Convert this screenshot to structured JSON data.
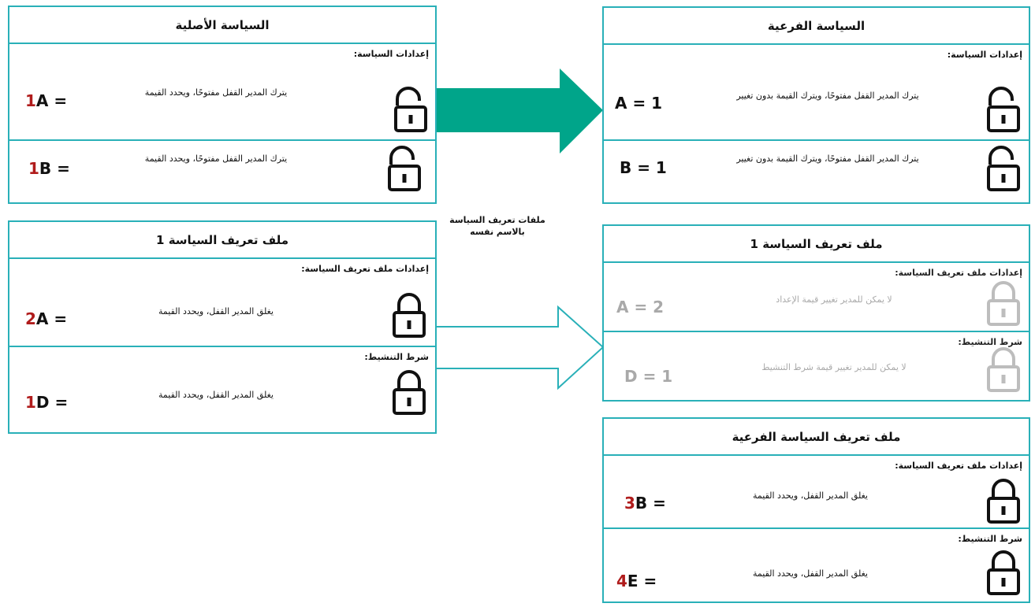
{
  "parent_policy": {
    "title": "السياسة الأصلية",
    "section_heading": "إعدادات السياسة:",
    "rows": [
      {
        "number": "1",
        "letter": "A",
        "suffix": " =",
        "description": "يترك المدير القفل مفتوحًا، ويحدد القيمة",
        "lock": "unlocked"
      },
      {
        "number": "1",
        "letter": "B",
        "suffix": " =",
        "description": "يترك المدير القفل مفتوحًا، ويحدد القيمة",
        "lock": "unlocked"
      }
    ]
  },
  "child_policy": {
    "title": "السياسة الفرعية",
    "section_heading": "إعدادات السياسة:",
    "rows": [
      {
        "value": "A = 1",
        "description": "يترك المدير القفل مفتوحًا، ويترك القيمة بدون تغيير",
        "lock": "unlocked"
      },
      {
        "value": "B = 1",
        "description": "يترك المدير القفل مفتوحًا، ويترك القيمة بدون تغيير",
        "lock": "unlocked"
      }
    ]
  },
  "parent_profile": {
    "title": "ملف تعريف السياسة 1",
    "rows": [
      {
        "heading": "إعدادات ملف تعريف السياسة:",
        "number": "2",
        "letter": "A",
        "suffix": " =",
        "description": "يغلق المدير القفل، ويحدد القيمة",
        "lock": "locked"
      },
      {
        "heading": "شرط التنشيط:",
        "number": "1",
        "letter": "D",
        "suffix": " =",
        "description": "يغلق المدير القفل، ويحدد القيمة",
        "lock": "locked"
      }
    ]
  },
  "child_profile": {
    "title": "ملف تعريف السياسة 1",
    "rows": [
      {
        "heading": "إعدادات ملف تعريف السياسة:",
        "value": "A = 2",
        "description": "لا يمكن للمدير تغيير قيمة الإعداد",
        "lock": "locked-gray"
      },
      {
        "heading": "شرط التنشيط:",
        "value": "D = 1",
        "description": "لا يمكن للمدير تغيير قيمة شرط التنشيط",
        "lock": "locked-gray"
      }
    ]
  },
  "child_own_profile": {
    "title": "ملف تعريف السياسة الفرعية",
    "rows": [
      {
        "heading": "إعدادات ملف تعريف السياسة:",
        "number": "3",
        "letter": "B",
        "suffix": " =",
        "description": "يغلق المدير القفل، ويحدد القيمة",
        "lock": "locked"
      },
      {
        "heading": "شرط التنشيط:",
        "number": "4",
        "letter": "E",
        "suffix": " =",
        "description": "يغلق المدير القفل، ويحدد القيمة",
        "lock": "locked"
      }
    ]
  },
  "arrow_caption": "ملفات تعريف السياسة بالاسم نفسه",
  "colors": {
    "border": "#29b0b8",
    "arrow_fill": "#00a58a",
    "number": "#b01c1c",
    "muted": "#a9a9a9"
  },
  "icons": {
    "unlocked": "unlocked-padlock-icon",
    "locked": "locked-padlock-icon"
  }
}
